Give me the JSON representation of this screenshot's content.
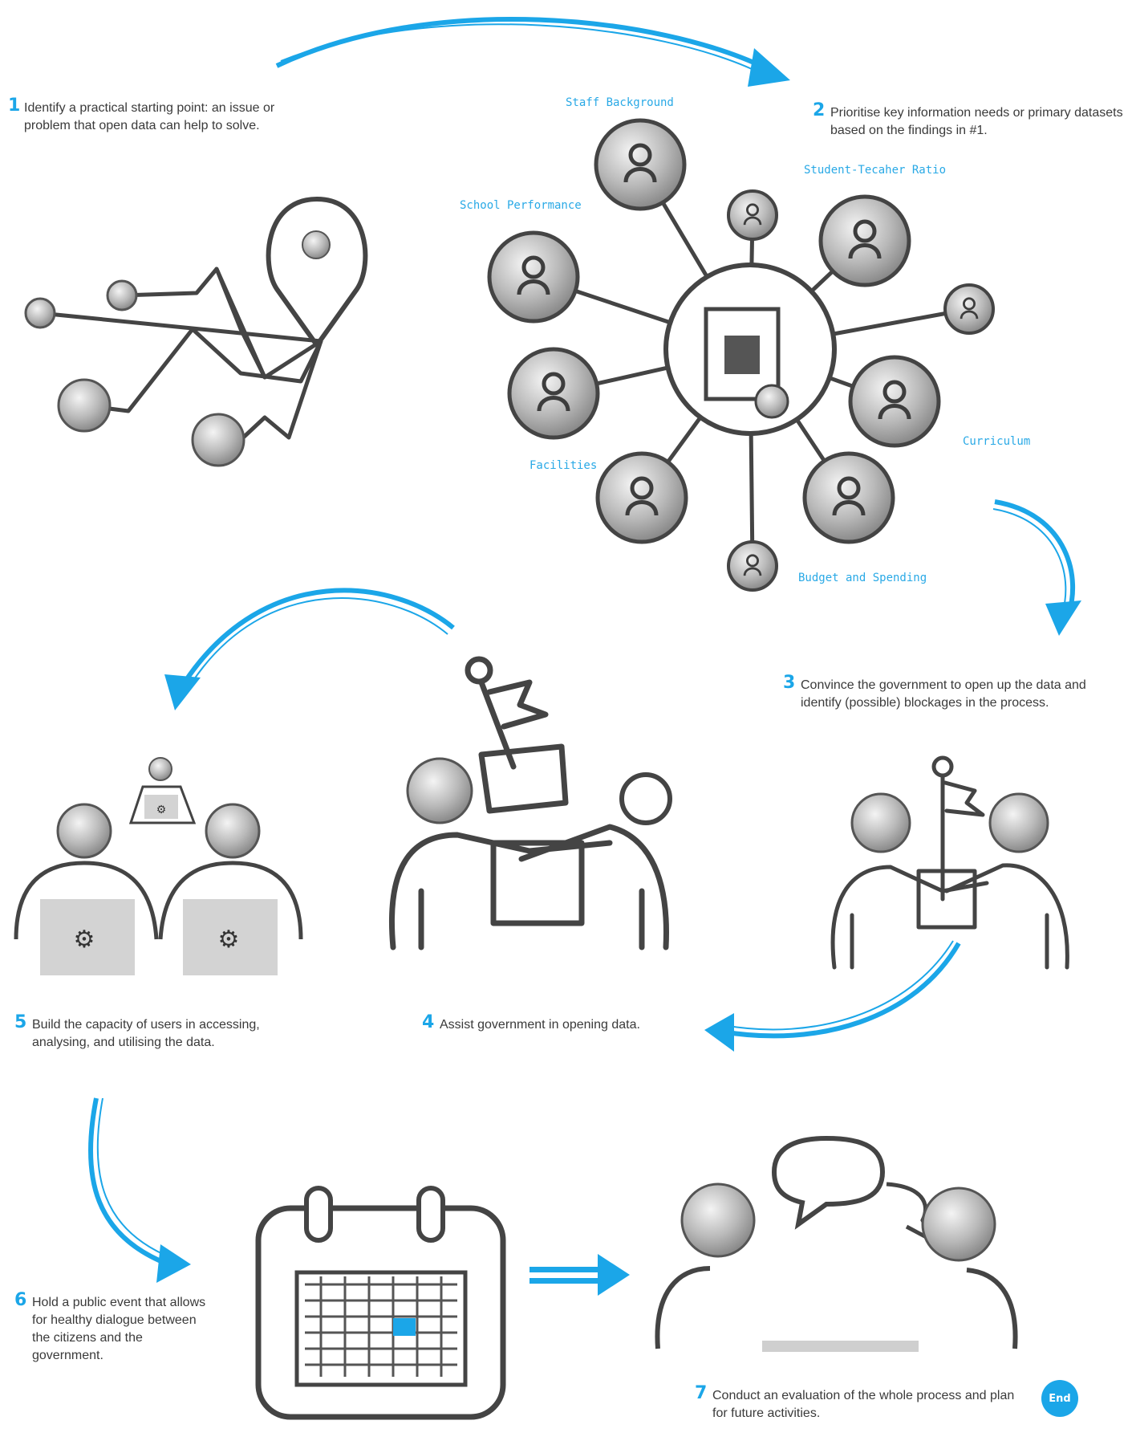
{
  "steps": [
    {
      "num": "1",
      "text": "Identify a practical starting point: an issue or problem that open data can help to solve."
    },
    {
      "num": "2",
      "text": "Prioritise key information needs or primary datasets based on the findings in #1."
    },
    {
      "num": "3",
      "text": "Convince the government to open up the data and identify (possible) blockages in the process."
    },
    {
      "num": "4",
      "text": "Assist government in opening data."
    },
    {
      "num": "5",
      "text": "Build the capacity of users in accessing, analysing, and utilising the data."
    },
    {
      "num": "6",
      "text": "Hold a public event that allows for healthy dialogue between the citizens and the government."
    },
    {
      "num": "7",
      "text": "Conduct an evaluation of the whole process and plan for future activities."
    }
  ],
  "hub_labels": {
    "staff": "Staff Background",
    "ratio": "Student-Tecaher Ratio",
    "performance": "School Performance",
    "curriculum": "Curriculum",
    "facilities": "Facilities",
    "budget": "Budget and Spending"
  },
  "end_label": "End",
  "colors": {
    "accent": "#1ba6e8",
    "ink": "#3d3d3d",
    "shade": "#cfcfcf"
  }
}
